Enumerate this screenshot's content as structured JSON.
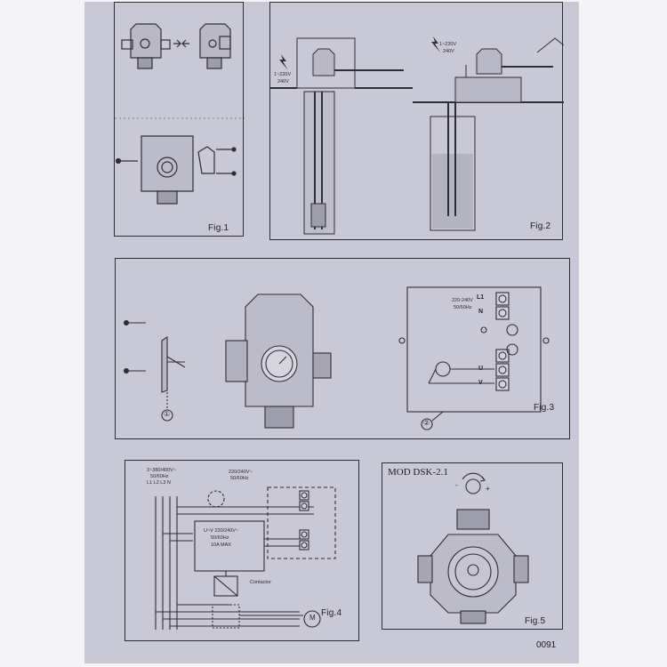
{
  "figures": {
    "fig1": {
      "label": "Fig.1"
    },
    "fig2": {
      "label": "Fig.2",
      "voltage_left": [
        "1~220V",
        "240V"
      ],
      "voltage_right": [
        "1~220V",
        "240V"
      ]
    },
    "fig3": {
      "label": "Fig.3",
      "marker_1": "①",
      "marker_2": "②",
      "supply": [
        "220-240V",
        "50/60Hz"
      ],
      "terminals": [
        "L1",
        "N",
        "U",
        "V"
      ]
    },
    "fig4": {
      "label": "Fig.4",
      "three_phase": [
        "3~380/400V~",
        "50/60Hz",
        "L1 L2 L3 N"
      ],
      "supply": [
        "220/240V~",
        "50/60Hz"
      ],
      "control": [
        "U~V 220/240V~",
        "50/60Hz",
        "10A   MAX"
      ],
      "contactor_label": "Contactor",
      "motor": "M"
    },
    "fig5": {
      "label": "Fig.5",
      "model": "MOD DSK-2.1",
      "minus": "-",
      "plus": "+"
    }
  },
  "page_code": "0091",
  "colors": {
    "paper": "#c9c8d6",
    "ink": "#2e2e36",
    "background": "#f4f4f6"
  }
}
